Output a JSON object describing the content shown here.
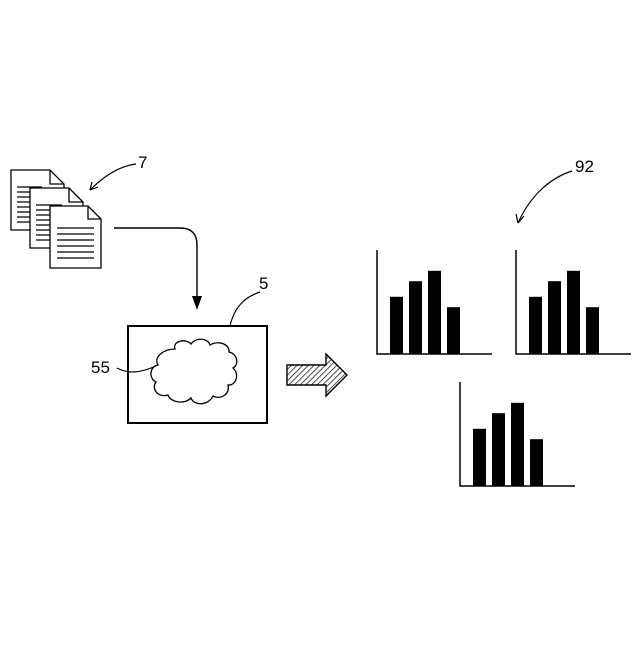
{
  "labels": {
    "documents_ref": "7",
    "processor_ref": "5",
    "cloud_ref": "55",
    "charts_ref": "92"
  },
  "charts": [
    {
      "bars": [
        55,
        70,
        80,
        45
      ]
    },
    {
      "bars": [
        55,
        70,
        80,
        45
      ]
    },
    {
      "bars": [
        55,
        70,
        80,
        45
      ]
    }
  ],
  "chart_scale_max": 100,
  "colors": {
    "ink": "#000000",
    "background": "#ffffff"
  }
}
